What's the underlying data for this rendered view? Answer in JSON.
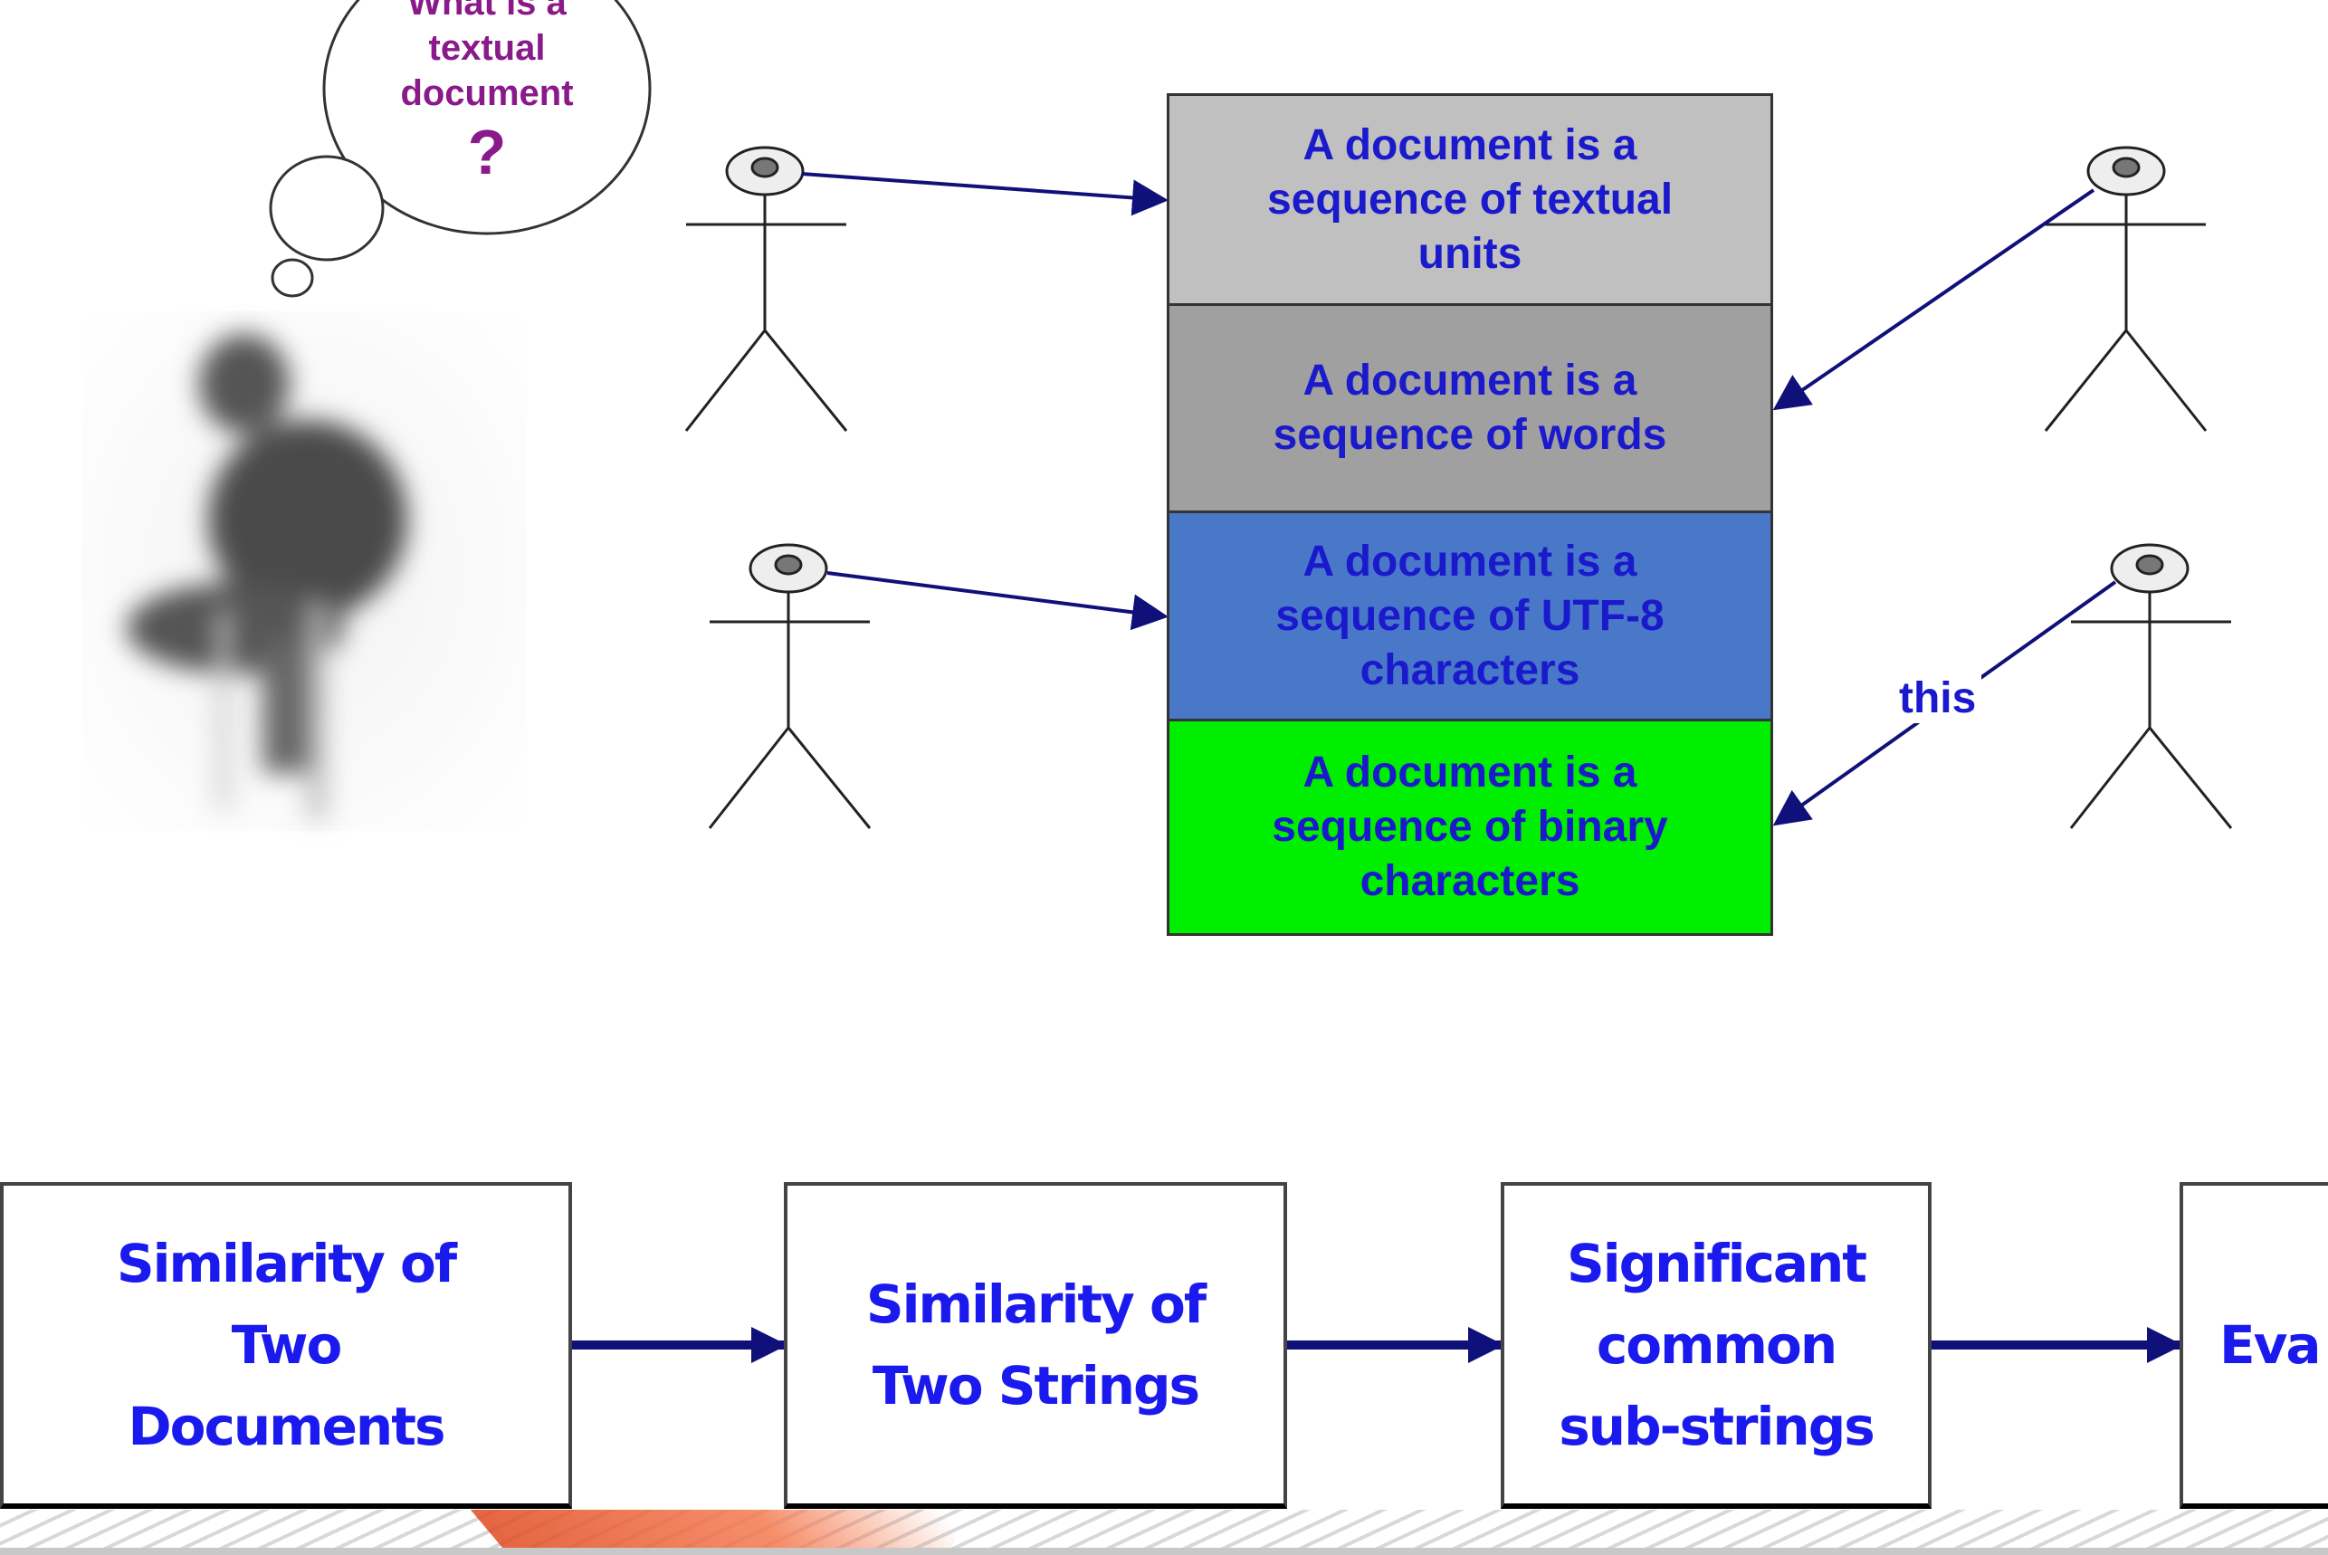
{
  "thought_bubble": {
    "lines": [
      "What is a",
      "textual",
      "document"
    ],
    "question_mark": "?"
  },
  "stack": [
    {
      "text": "A document is a sequence of textual units",
      "color": "#c0c0c0"
    },
    {
      "text": "A document is a sequence of words",
      "color": "#a0a0a0"
    },
    {
      "text": "A document is a sequence of UTF-8 characters",
      "color": "#4a78c8"
    },
    {
      "text": "A document is a sequence of binary characters",
      "color": "#00ee00"
    }
  ],
  "arrow_label": "this",
  "flow": [
    {
      "text": "Similarity of Two Documents"
    },
    {
      "text": "Similarity of Two Strings"
    },
    {
      "text": "Significant common sub-strings"
    },
    {
      "text": "Eva"
    }
  ],
  "colors": {
    "arrow": "#10107a",
    "text": "#1a1acc",
    "bubble_text": "#8a1a8a"
  }
}
